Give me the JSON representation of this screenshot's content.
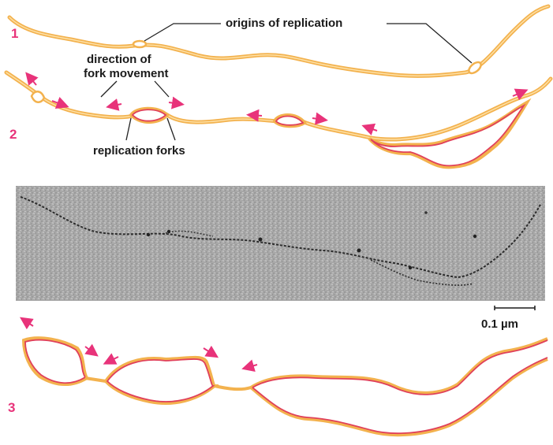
{
  "figure": {
    "steps": [
      "1",
      "2",
      "3"
    ],
    "labels": {
      "origins": "origins of replication",
      "direction_line1": "direction of",
      "direction_line2": "fork movement",
      "forks": "replication forks",
      "scale": "0.1 µm"
    },
    "micrograph": "electron micrograph of replicating DNA"
  },
  "colors": {
    "parental_dna": "#f3b24e",
    "parental_dna_light": "#fde0a6",
    "new_strand": "#e0405a",
    "arrow": "#e8337a",
    "step_number": "#e8337a",
    "micrograph_bg": "#a9a9a9"
  }
}
